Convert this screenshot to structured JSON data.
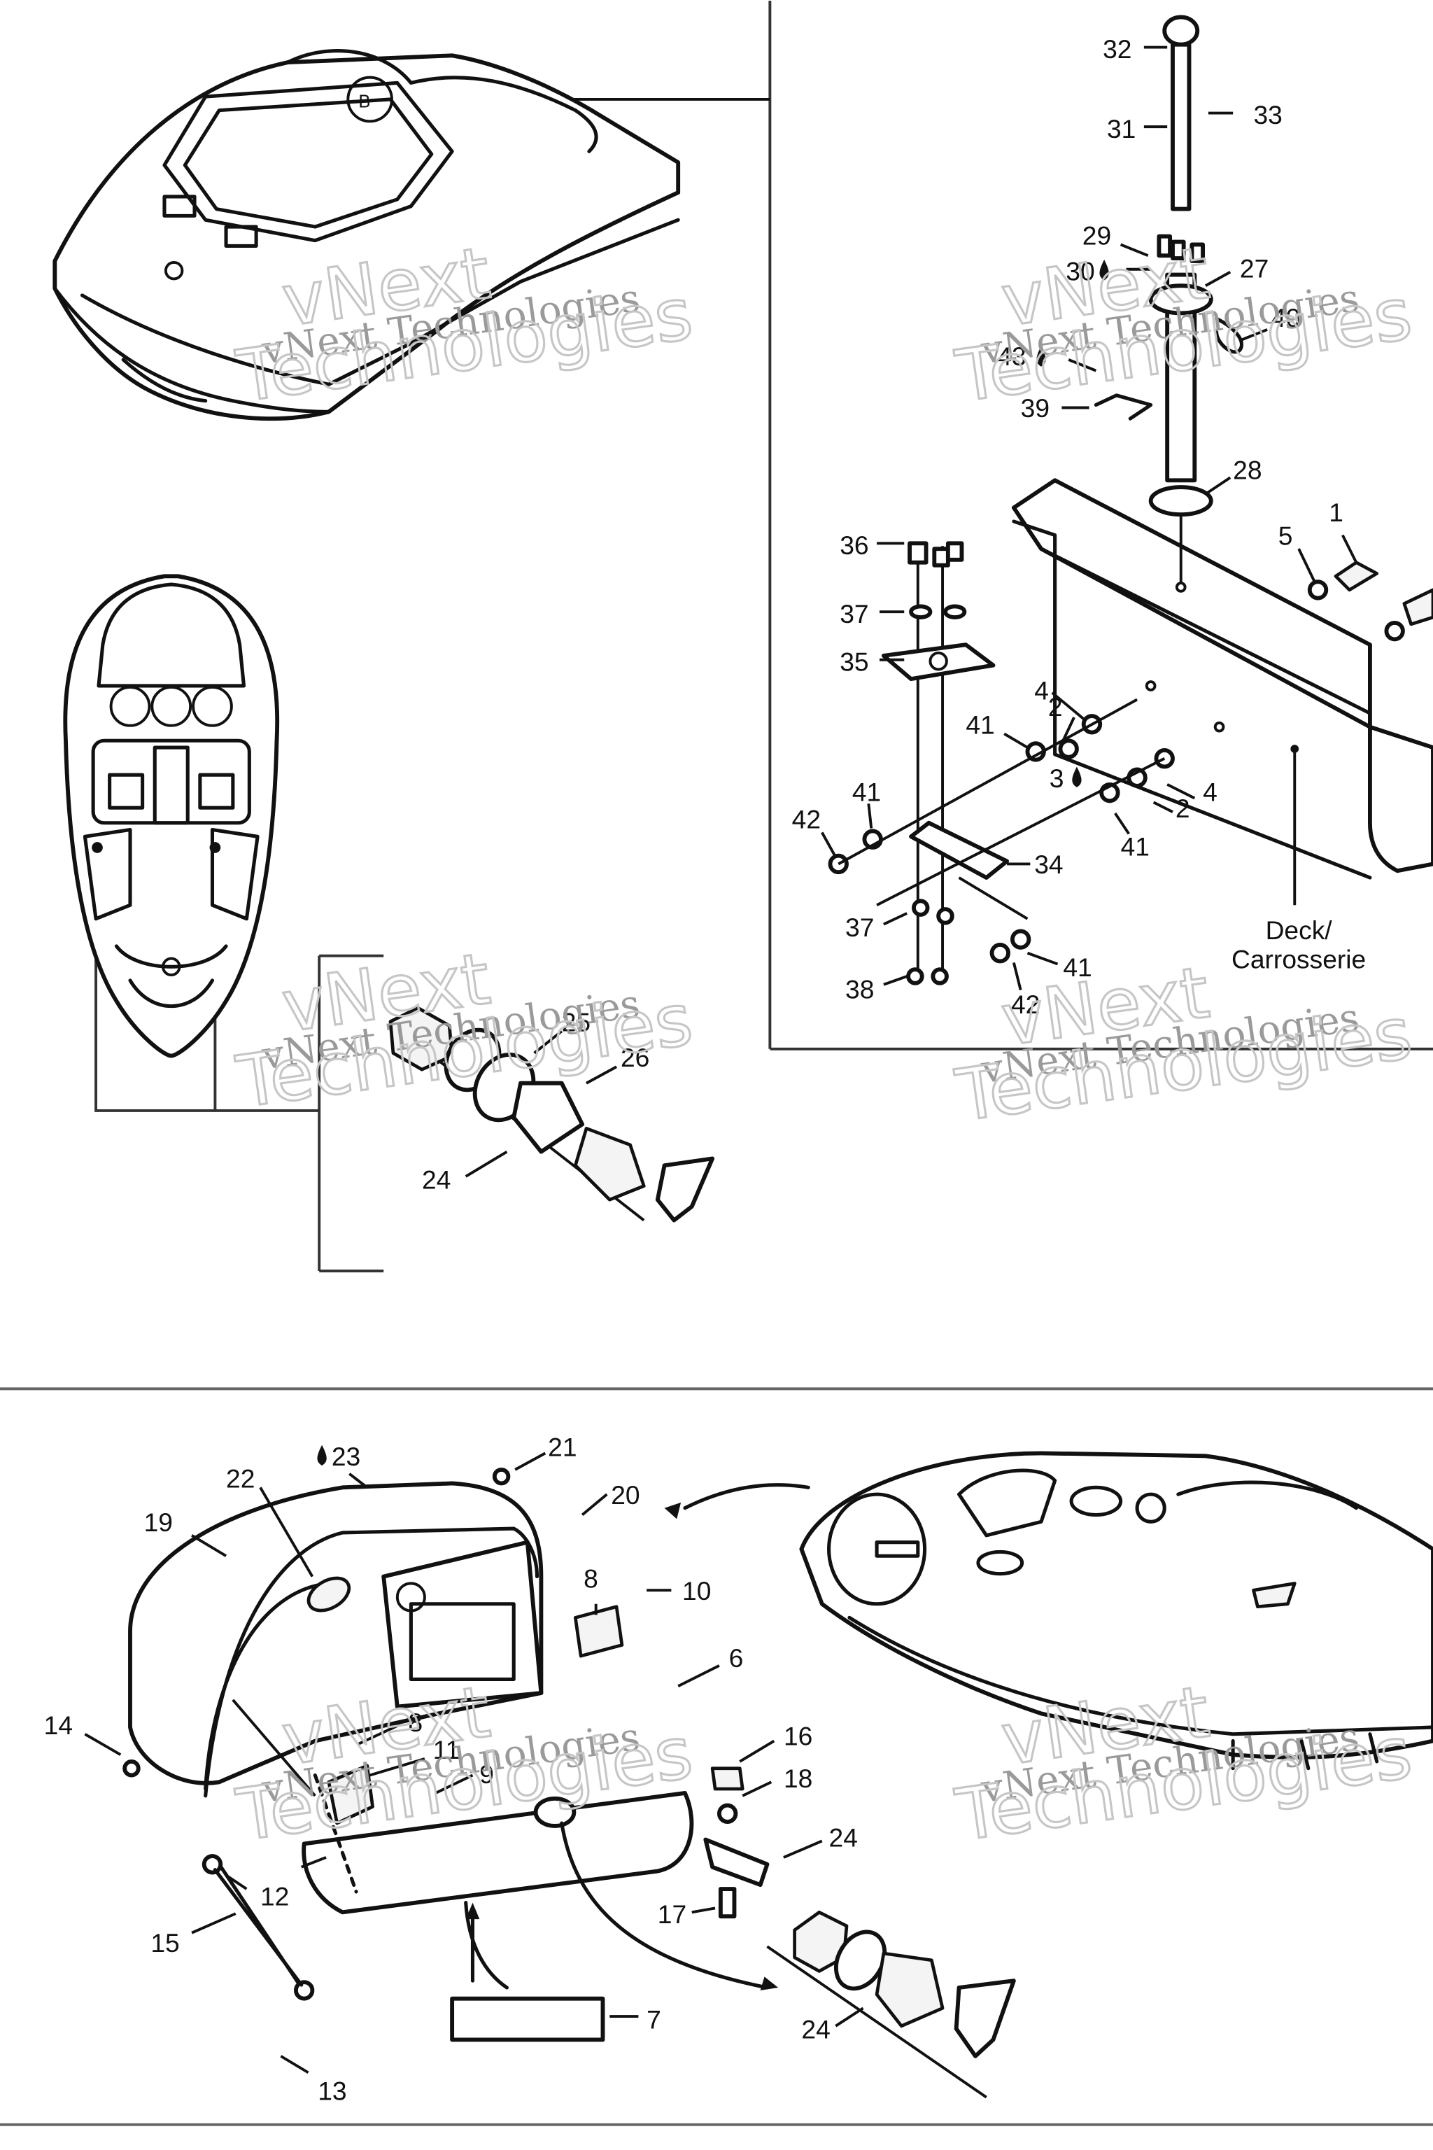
{
  "callouts": {
    "c1": "1",
    "c2a": "2",
    "c2b": "2",
    "c3": "3",
    "c4a": "4",
    "c4b": "4",
    "c5": "5",
    "c6": "6",
    "c7": "7",
    "c8a": "8",
    "c8b": "8",
    "c9": "9",
    "c10": "10",
    "c11": "11",
    "c12": "12",
    "c13": "13",
    "c14": "14",
    "c15": "15",
    "c16": "16",
    "c17": "17",
    "c18": "18",
    "c19": "19",
    "c20": "20",
    "c21": "21",
    "c22": "22",
    "c23": "23",
    "c24a": "24",
    "c24b": "24",
    "c24c": "24",
    "c25": "25",
    "c26": "26",
    "c27": "27",
    "c28": "28",
    "c29": "29",
    "c30": "30",
    "c31": "31",
    "c32": "32",
    "c33": "33",
    "c34": "34",
    "c35": "35",
    "c36": "36",
    "c37a": "37",
    "c37b": "37",
    "c38": "38",
    "c39": "39",
    "c40": "40",
    "c41a": "41",
    "c41b": "41",
    "c41c": "41",
    "c41d": "41",
    "c42a": "42",
    "c42b": "42",
    "c43": "43"
  },
  "deck_label": {
    "line1": "Deck/",
    "line2": "Carrosserie"
  },
  "detail_marker": "B",
  "watermark": {
    "small": "vNext Technologies",
    "big_top": "vNext",
    "big_bottom": "Technologies"
  },
  "colors": {
    "ink": "#111111",
    "watermark": "#9a9a9a"
  },
  "icons": {
    "adhesive": "drop-icon"
  }
}
